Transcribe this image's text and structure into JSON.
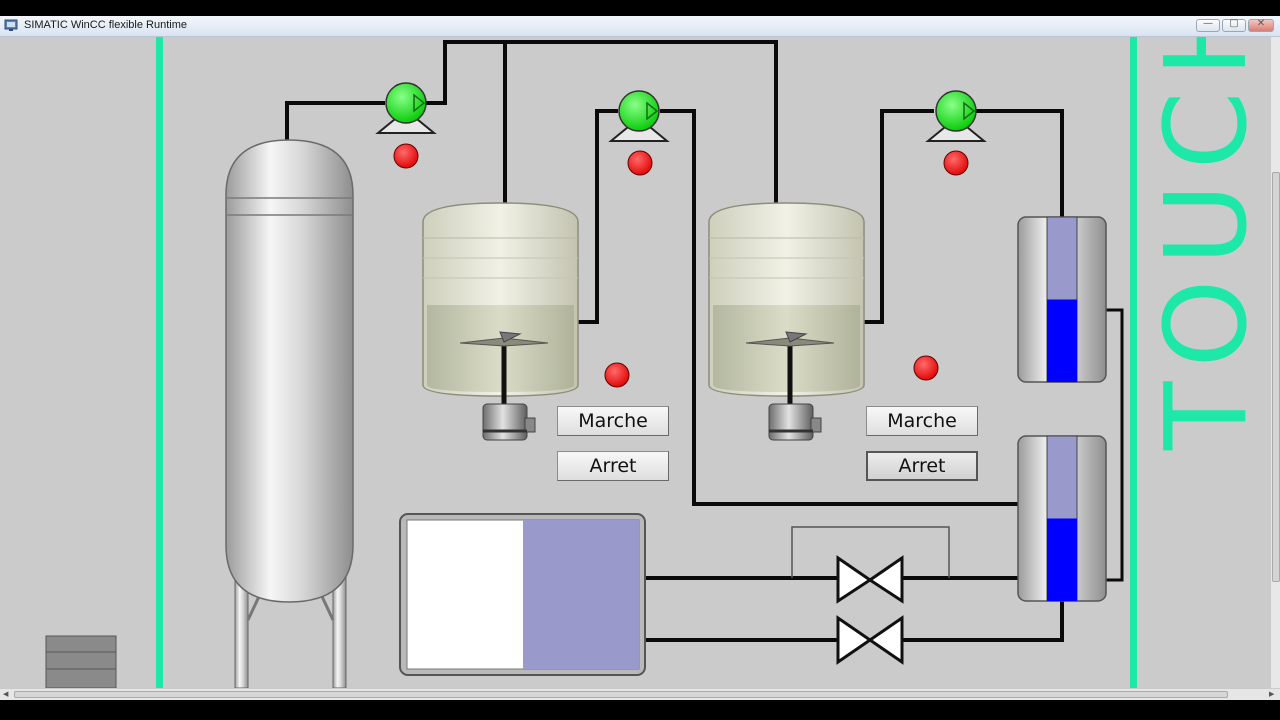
{
  "window": {
    "title": "SIMATIC WinCC flexible Runtime",
    "controls": {
      "minimize": "—",
      "maximize": "▢",
      "close": "✕"
    }
  },
  "panel": {
    "brand_text": "TOUCH",
    "accent_color": "#1ee8a8",
    "level_color": "#0000ff",
    "level_light_color": "#9999cc"
  },
  "controls": {
    "mixer1": {
      "start_label": "Marche",
      "stop_label": "Arret"
    },
    "mixer2": {
      "start_label": "Marche",
      "stop_label": "Arret"
    }
  },
  "status_lamps": {
    "pump1": "red",
    "pump2": "red",
    "pump3": "red",
    "mixer1": "red",
    "mixer2": "red"
  },
  "pumps": {
    "pump1": "running",
    "pump2": "running",
    "pump3": "running"
  },
  "levels": {
    "tank1_fraction": 0.5,
    "tank2_fraction": 0.5,
    "reservoir_fraction": 0.5
  }
}
